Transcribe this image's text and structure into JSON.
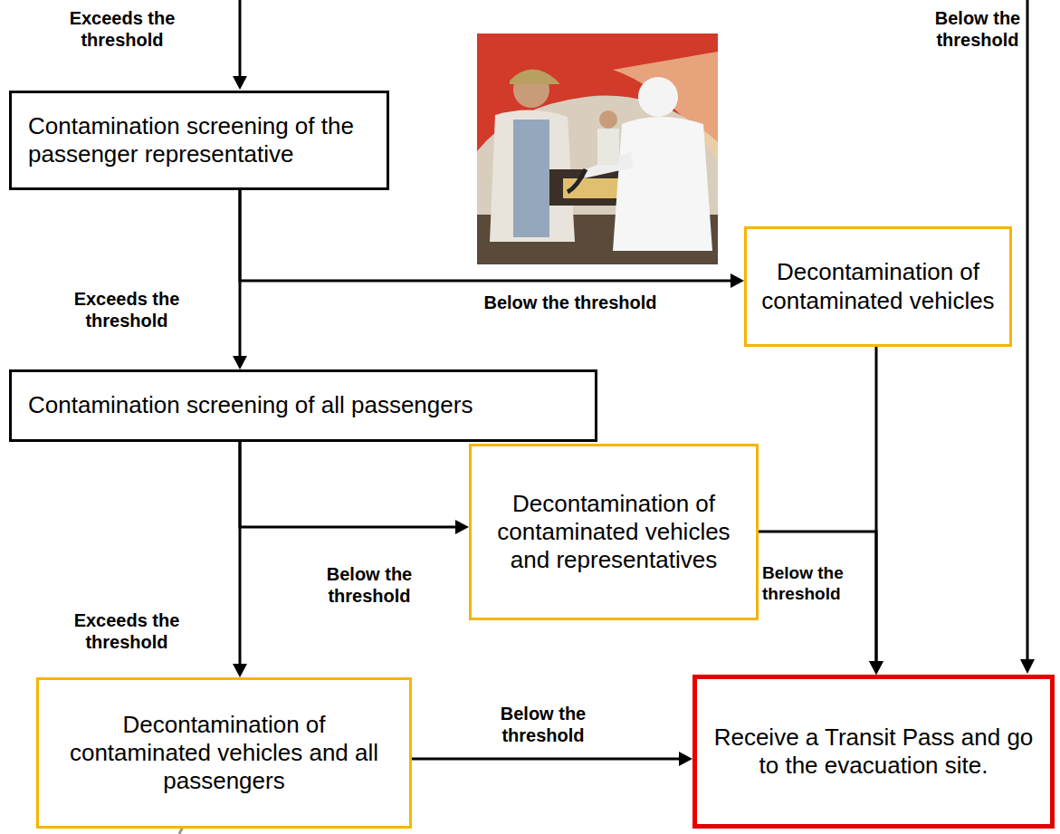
{
  "diagram": {
    "nodes": [
      {
        "text": [
          "Contamination screening of the passenger representative"
        ]
      },
      {
        "text": [
          "Decontamination of contaminated vehicles"
        ]
      },
      {
        "text": [
          "Contamination screening of all passengers"
        ]
      },
      {
        "text": [
          "Decontamination of contaminated vehicles and representatives"
        ]
      },
      {
        "text": [
          "Decontamination of contaminated vehicles and all passengers"
        ]
      },
      {
        "text": [
          "Receive a Transit Pass and go to the evacuation site."
        ]
      }
    ],
    "edges": [
      {
        "from": 0,
        "to": 1,
        "arrow": "to",
        "label": "Below the threshold"
      },
      {
        "from": 0,
        "to": 2,
        "arrow": "to",
        "label": "Exceeds the threshold"
      },
      {
        "from": 2,
        "to": 3,
        "arrow": "to",
        "label": "Below the threshold"
      },
      {
        "from": 2,
        "to": 4,
        "arrow": "to",
        "label": "Exceeds the threshold"
      },
      {
        "from": 4,
        "to": 5,
        "arrow": "to",
        "label": "Below the threshold"
      },
      {
        "from": 3,
        "to": 5,
        "arrow": "to",
        "label": "Below the threshold"
      },
      {
        "from": 1,
        "to": 5,
        "arrow": "to"
      }
    ],
    "labels": [
      "Exceeds the threshold",
      "Below the threshold"
    ]
  }
}
